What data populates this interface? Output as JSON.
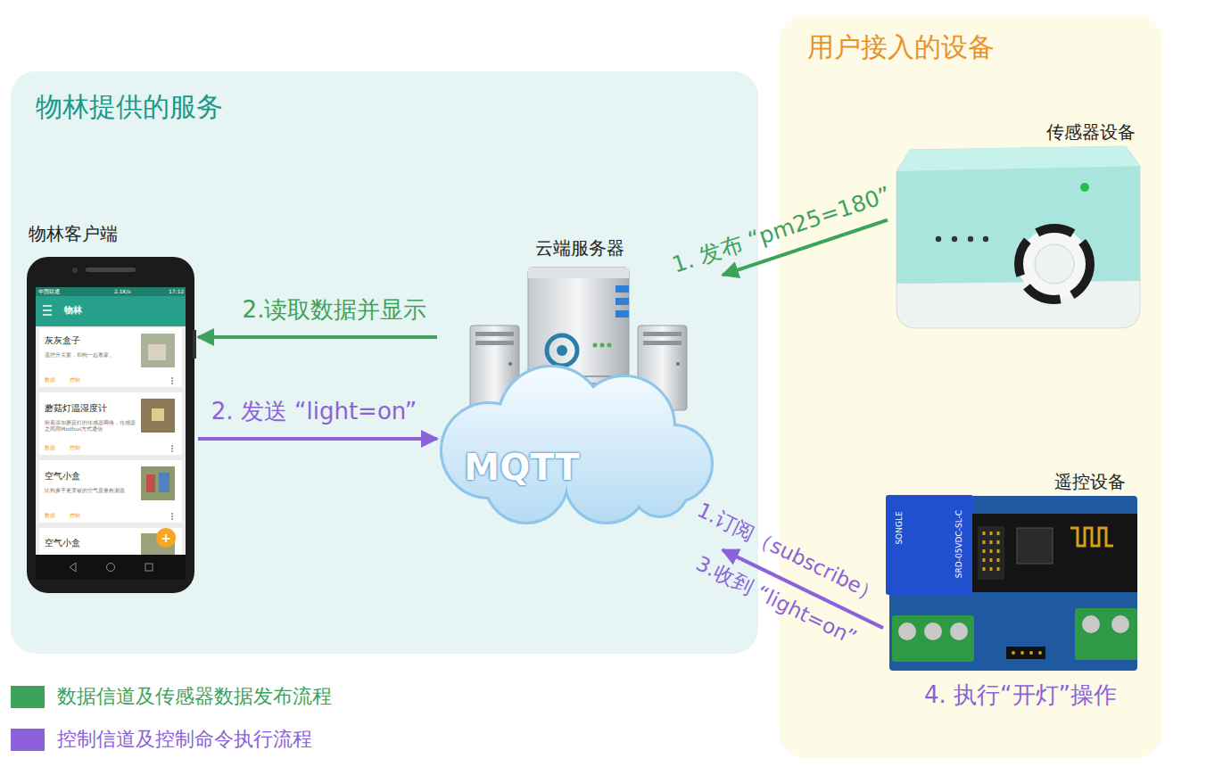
{
  "diagram": {
    "nodes": [
      {
        "text": [
          "物林提供的服务"
        ]
      },
      {
        "text": [
          "物林客户端"
        ],
        "in": 0
      },
      {
        "text": [
          "云端服务器"
        ],
        "in": 0
      },
      {
        "text": [
          "用户接入的设备"
        ]
      },
      {
        "text": [
          "传感器设备"
        ],
        "in": 3
      },
      {
        "text": [
          "遥控设备"
        ],
        "in": 3
      }
    ],
    "edges": [
      {
        "from": 4,
        "to": 2,
        "arrow": "to",
        "label": "1. 发布 “pm25=180”"
      },
      {
        "from": 2,
        "to": 1,
        "arrow": "to",
        "label": "2.读取数据并显示"
      },
      {
        "from": 1,
        "to": 2,
        "arrow": "to",
        "label": "2. 发送 “light=on”"
      },
      {
        "from": 5,
        "to": 2,
        "arrow": "to",
        "label": "1.订阅（subscribe）"
      }
    ],
    "labels": [
      "MQTT",
      "3.收到 “light=on”",
      "4. 执行“开灯”操作",
      "SONGLE",
      "SRD-05VDC-SL-C",
      "中国联通",
      "2.1K/s",
      "17:12",
      "物林",
      "灰灰盒子",
      "遥控开关窗，和狗一起看家。",
      "数据",
      "控制",
      "蘑菇灯温湿度计",
      "附着添加蘑菇灯的传感器网络，传感器之间用Modbus方式通信",
      "数据",
      "控制",
      "空气小盒",
      "比狗鼻子更灵敏的空气质量检测器",
      "数据",
      "控制",
      "空气小盒",
      "+"
    ],
    "legend": [
      {
        "text": "数据信道及传感器数据发布流程",
        "color": "#3da35a"
      },
      {
        "text": "控制信道及控制命令执行流程",
        "color": "#8b62d9"
      }
    ]
  }
}
